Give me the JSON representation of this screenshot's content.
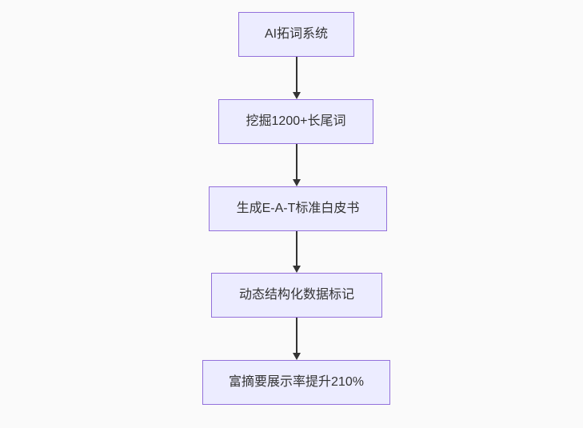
{
  "diagram": {
    "type": "flowchart-vertical",
    "background_color": "#fafafa",
    "node_fill_color": "#ECECFF",
    "node_border_color": "#9370DB",
    "text_color": "#333333",
    "arrow_color": "#333333",
    "nodes": [
      {
        "label": "AI拓词系统"
      },
      {
        "label": "挖掘1200+长尾词"
      },
      {
        "label": "生成E-A-T标准白皮书"
      },
      {
        "label": "动态结构化数据标记"
      },
      {
        "label": "富摘要展示率提升210%"
      }
    ],
    "connections": [
      {
        "from": "AI拓词系统",
        "to": "挖掘1200+长尾词"
      },
      {
        "from": "挖掘1200+长尾词",
        "to": "生成E-A-T标准白皮书"
      },
      {
        "from": "生成E-A-T标准白皮书",
        "to": "动态结构化数据标记"
      },
      {
        "from": "动态结构化数据标记",
        "to": "富摘要展示率提升210%"
      }
    ]
  }
}
